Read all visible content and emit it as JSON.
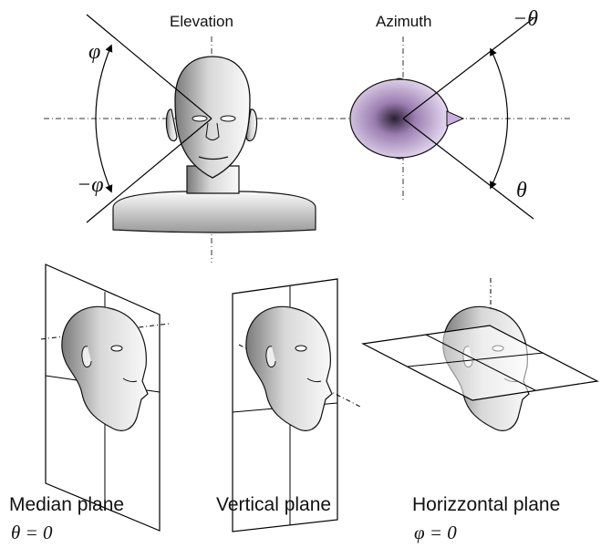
{
  "titles": {
    "elevation": "Elevation",
    "azimuth": "Azimuth"
  },
  "symbols": {
    "phi_top": "φ",
    "phi_bottom": "−φ",
    "theta_top": "−θ",
    "theta_bottom": "θ"
  },
  "planes": [
    {
      "label": "Median plane",
      "equation": "θ = 0"
    },
    {
      "label": "Vertical plane",
      "equation": ""
    },
    {
      "label": "Horizzontal plane",
      "equation": "φ = 0"
    }
  ]
}
